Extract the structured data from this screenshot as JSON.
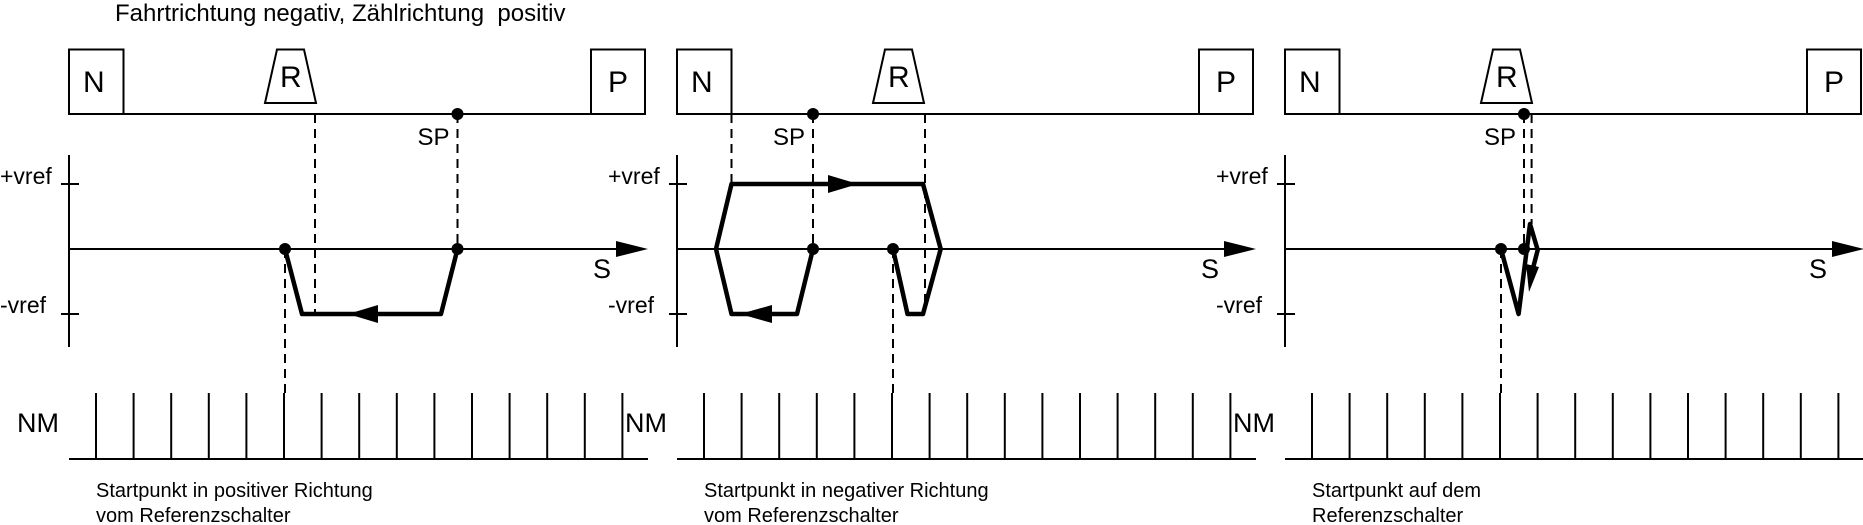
{
  "title": "Fahrtrichtung negativ, Zählrichtung  positiv",
  "colors": {
    "line": "#000000",
    "background": "#ffffff"
  },
  "labels": {
    "neg_limit": "N",
    "ref_switch": "R",
    "pos_limit": "P",
    "start_point": "SP",
    "plus_vref": "+vref",
    "minus_vref": "-vref",
    "axis_s": "S",
    "zero_marks": "NM"
  },
  "panels": [
    {
      "caption_line1": "Startpunkt in positiver Richtung",
      "caption_line2": "vom Referenzschalter"
    },
    {
      "caption_line1": "Startpunkt in negativer Richtung",
      "caption_line2": "vom Referenzschalter"
    },
    {
      "caption_line1": "Startpunkt auf dem",
      "caption_line2": "Referenzschalter"
    }
  ]
}
